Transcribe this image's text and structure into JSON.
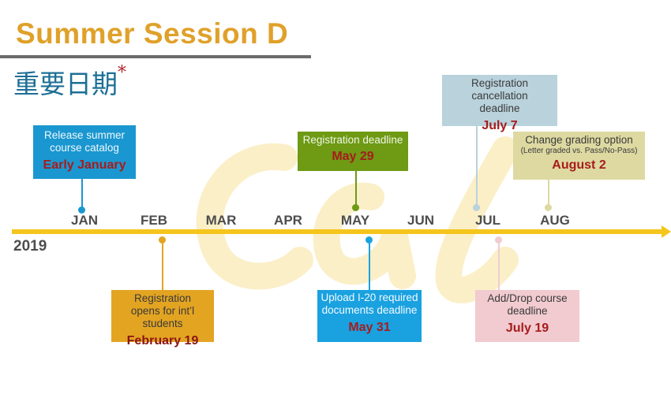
{
  "header": {
    "title": "Summer Session D",
    "subtitle": "重要日期",
    "subtitle_mark": "*"
  },
  "timeline": {
    "year": "2019",
    "months": [
      "JAN",
      "FEB",
      "MAR",
      "APR",
      "MAY",
      "JUN",
      "JUL",
      "AUG"
    ]
  },
  "events": {
    "catalog": {
      "label": "Release summer course catalog",
      "date": "Early January"
    },
    "registration_deadline": {
      "label": "Registration deadline",
      "date": "May 29"
    },
    "cancellation": {
      "label": "Registration cancellation deadline",
      "date": "July 7"
    },
    "grading": {
      "label": "Change grading option",
      "note": "(Letter graded vs. Pass/No-Pass)",
      "date": "August 2"
    },
    "intl_open": {
      "label": "Registration opens for int’l students",
      "date": "February 19"
    },
    "i20": {
      "label": "Upload I-20 required documents deadline",
      "date": "May 31"
    },
    "add_drop": {
      "label": "Add/Drop course deadline",
      "date": "July 19"
    }
  },
  "colors": {
    "title": "#e0a12a",
    "subtitle": "#1d6f95",
    "axis": "#f4c51c",
    "catalog": "#1a97d0",
    "registration_deadline": "#6e9a14",
    "cancellation": "#b9d2dc",
    "grading": "#ddd9a1",
    "intl_open": "#e3a422",
    "i20": "#1aa1e0",
    "add_drop": "#f1cbd0",
    "date_text": "#a61c1c"
  }
}
